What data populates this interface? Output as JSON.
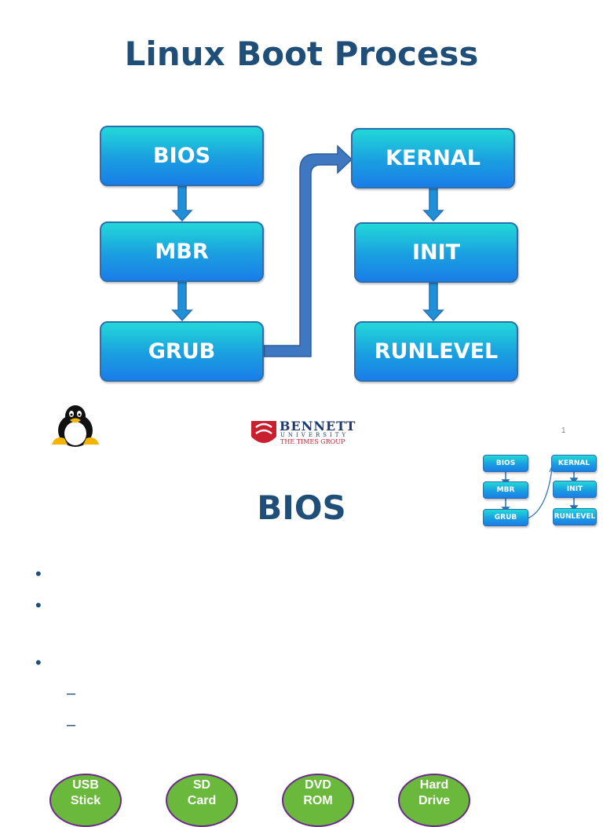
{
  "slide1": {
    "title": "Linux Boot Process",
    "boxes": {
      "bios": "BIOS",
      "mbr": "MBR",
      "grub": "GRUB",
      "kernal": "KERNAL",
      "init": "INIT",
      "runlevel": "RUNLEVEL"
    },
    "logo": {
      "name": "BENNETT",
      "sub": "UNIVERSITY",
      "group": "THE TIMES GROUP"
    },
    "page_number": "1"
  },
  "slide2": {
    "title": "BIOS",
    "thumbnail": {
      "bios": "BIOS",
      "mbr": "MBR",
      "grub": "GRUB",
      "kernal": "KERNAL",
      "init": "INIT",
      "runlevel": "RUNLEVEL"
    },
    "ovals": [
      {
        "line1": "USB",
        "line2": "Stick"
      },
      {
        "line1": "SD",
        "line2": "Card"
      },
      {
        "line1": "DVD",
        "line2": "ROM"
      },
      {
        "line1": "Hard",
        "line2": "Drive"
      }
    ]
  },
  "colors": {
    "title": "#1f4e79",
    "box_top": "#22d8d8",
    "box_bottom": "#1a7ee8",
    "arrow": "#2a6fb0",
    "oval_fill": "#6ab83c",
    "oval_border": "#6a2a8a",
    "logo_red": "#c8202e",
    "logo_navy": "#1f3a6e"
  }
}
